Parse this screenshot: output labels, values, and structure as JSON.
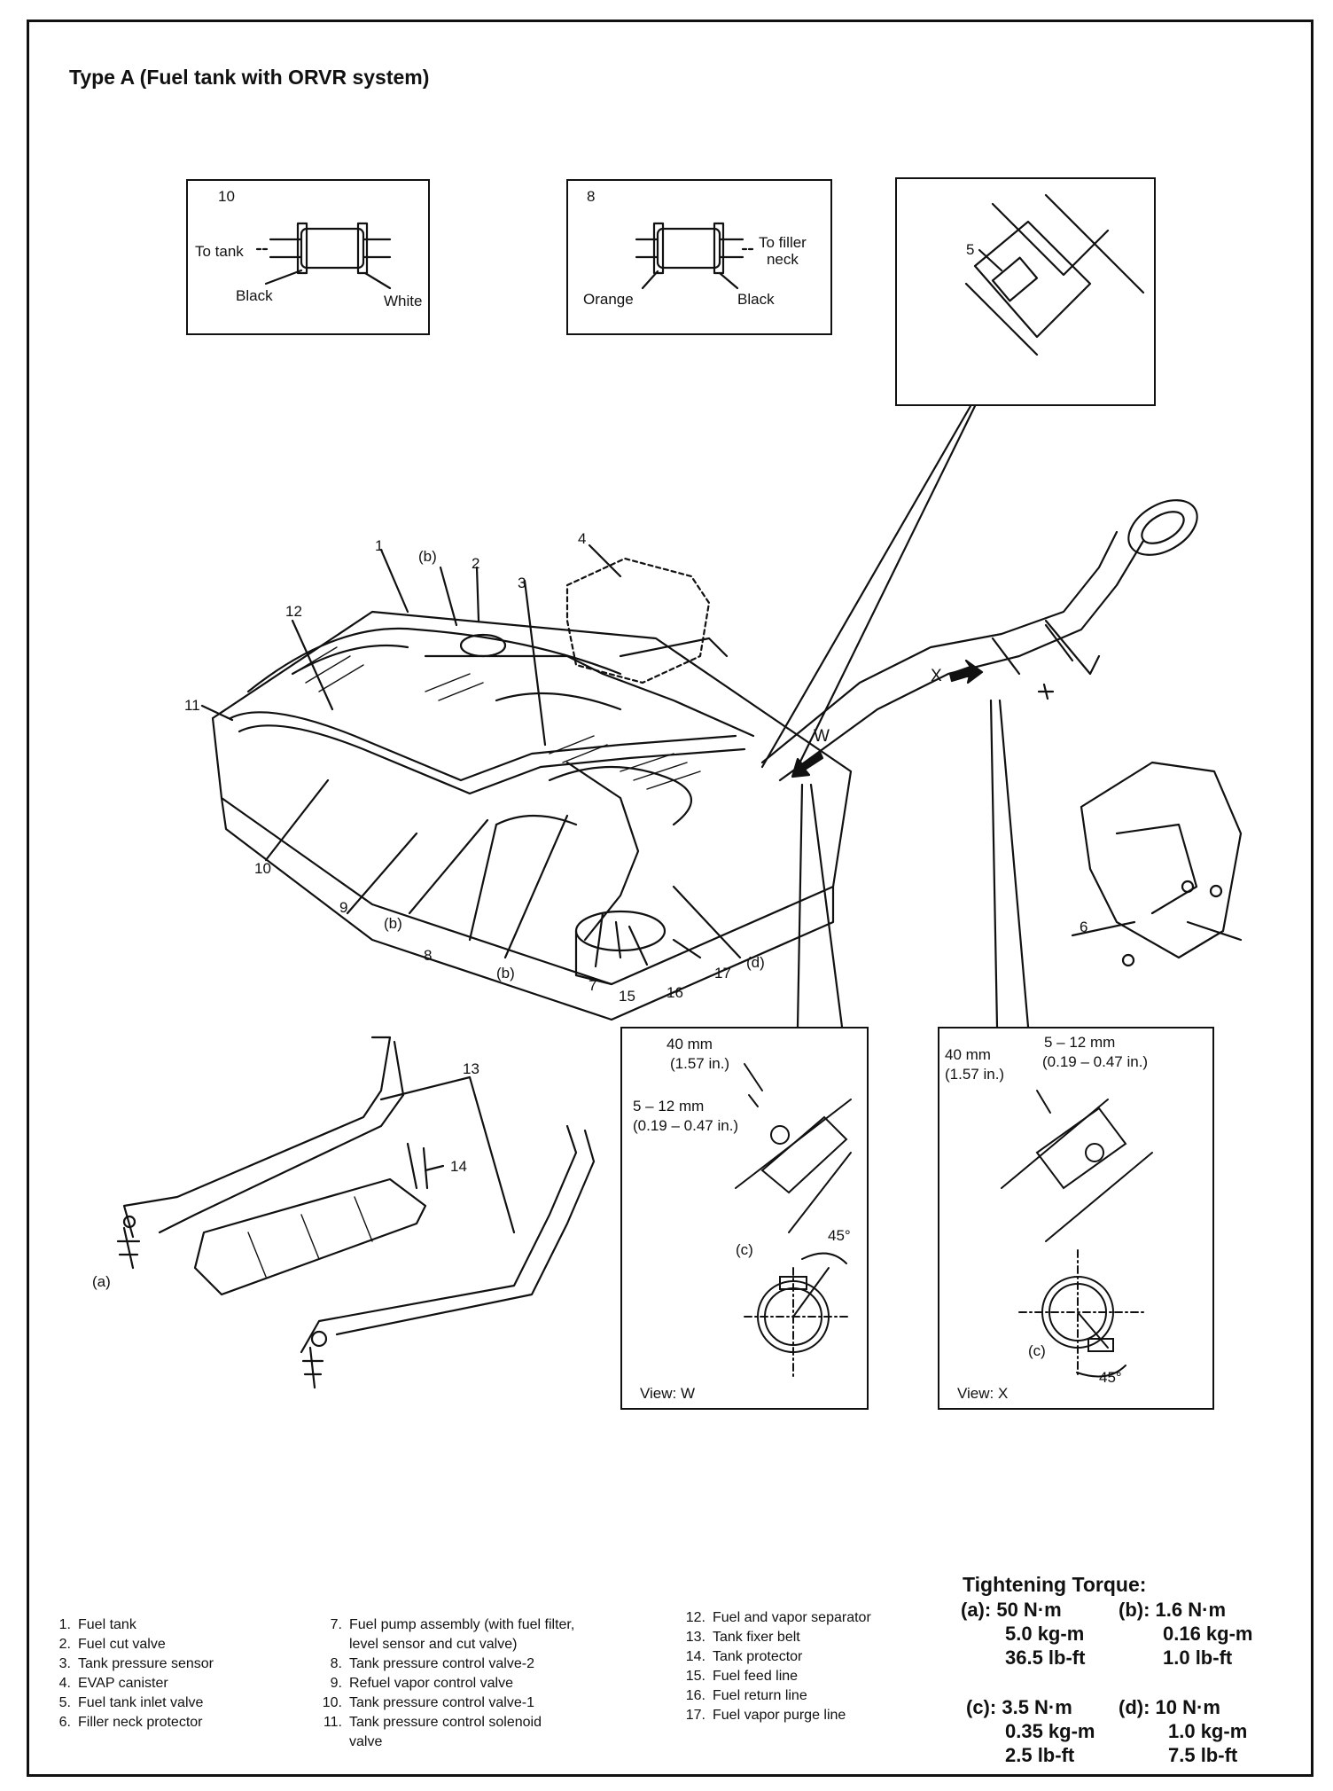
{
  "title": "Type A (Fuel tank with ORVR system)",
  "inset_10": {
    "number": "10",
    "to_tank": "To tank",
    "left_color": "Black",
    "right_color": "White"
  },
  "inset_8": {
    "number": "8",
    "to_filler": "To filler\nneck",
    "left_color": "Orange",
    "right_color": "Black"
  },
  "inset_5": {
    "number": "5"
  },
  "callouts": {
    "c1": "1",
    "c2": "2",
    "c3": "3",
    "c4": "4",
    "c6": "6",
    "c7": "7",
    "c8": "8",
    "c9": "9",
    "c10": "10",
    "c11": "11",
    "c12": "12",
    "c13": "13",
    "c14": "14",
    "c15": "15",
    "c16": "16",
    "c17": "17",
    "b1": "(b)",
    "b2": "(b)",
    "b3": "(b)",
    "d": "(d)",
    "a": "(a)",
    "x": "X",
    "w": "W"
  },
  "view_w": {
    "label": "View: W",
    "dim1": "40 mm",
    "dim1_in": "(1.57 in.)",
    "dim2": "5 – 12 mm",
    "dim2_in": "(0.19 – 0.47 in.)",
    "angle": "45°",
    "clamp": "(c)"
  },
  "view_x": {
    "label": "View: X",
    "dim1": "40 mm",
    "dim1_in": "(1.57 in.)",
    "dim2": "5 – 12 mm",
    "dim2_in": "(0.19 – 0.47 in.)",
    "angle": "45°",
    "clamp": "(c)"
  },
  "legend": {
    "col1": [
      {
        "n": "1.",
        "t": "Fuel tank"
      },
      {
        "n": "2.",
        "t": "Fuel cut valve"
      },
      {
        "n": "3.",
        "t": "Tank pressure sensor"
      },
      {
        "n": "4.",
        "t": "EVAP canister"
      },
      {
        "n": "5.",
        "t": "Fuel tank inlet valve"
      },
      {
        "n": "6.",
        "t": "Filler neck protector"
      }
    ],
    "col2": [
      {
        "n": "7.",
        "t": "Fuel pump assembly (with fuel filter,"
      },
      {
        "n": "",
        "t": "level sensor and cut valve)"
      },
      {
        "n": "8.",
        "t": "Tank pressure control valve-2"
      },
      {
        "n": "9.",
        "t": "Refuel vapor control valve"
      },
      {
        "n": "10.",
        "t": "Tank pressure control valve-1"
      },
      {
        "n": "11.",
        "t": "Tank pressure control solenoid"
      },
      {
        "n": "",
        "t": "valve"
      }
    ],
    "col3": [
      {
        "n": "12.",
        "t": "Fuel and vapor separator"
      },
      {
        "n": "13.",
        "t": "Tank fixer belt"
      },
      {
        "n": "14.",
        "t": "Tank protector"
      },
      {
        "n": "15.",
        "t": "Fuel feed line"
      },
      {
        "n": "16.",
        "t": "Fuel return line"
      },
      {
        "n": "17.",
        "t": "Fuel vapor purge line"
      }
    ]
  },
  "torque": {
    "heading": "Tightening Torque:",
    "a": {
      "key": "(a):",
      "v1": "50 N·m",
      "v2": "5.0 kg-m",
      "v3": "36.5 lb-ft"
    },
    "b": {
      "key": "(b):",
      "v1": "1.6 N·m",
      "v2": "0.16 kg-m",
      "v3": "1.0 lb-ft"
    },
    "c": {
      "key": "(c):",
      "v1": "3.5 N·m",
      "v2": "0.35 kg-m",
      "v3": "2.5 lb-ft"
    },
    "d": {
      "key": "(d):",
      "v1": "10 N·m",
      "v2": "1.0 kg-m",
      "v3": "7.5 lb-ft"
    }
  }
}
